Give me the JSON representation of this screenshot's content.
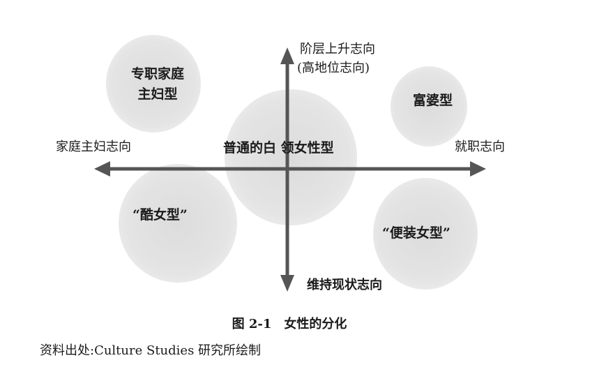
{
  "axes": {
    "up": [
      "阶层上升志向",
      "(高地位志向)"
    ],
    "down": "维持现状志向",
    "left": "家庭主妇志向",
    "right": "就职志向"
  },
  "groups": {
    "housewife": [
      "专职家庭",
      "主妇型"
    ],
    "rich": "富婆型",
    "office": "普通的白 领女性型",
    "cool": "“酷女型”",
    "casual": "“便装女型”"
  },
  "caption": "图 2-1　女性的分化",
  "source": "资料出处:Culture Studies 研究所绘制",
  "colors": {
    "axis": "#555555",
    "blob": "#dcdcdc"
  }
}
